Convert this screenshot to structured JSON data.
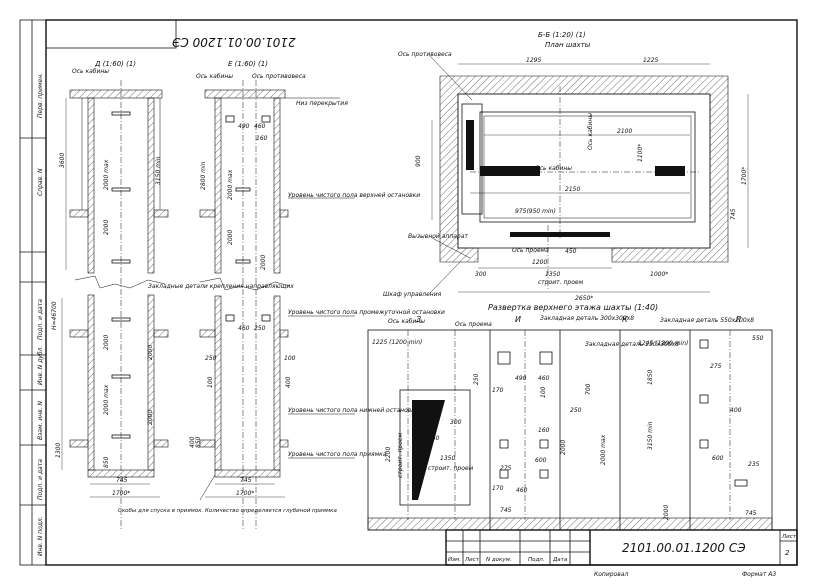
{
  "drawing": {
    "code_main": "2101.00.01.1200 СЭ",
    "code_top": "2101.00.01.1200 СЭ",
    "sheet_label": "Лист",
    "sheet_number": "2",
    "copied": "Копировал",
    "format": "Формат А3"
  },
  "title_block": {
    "columns": [
      "Изм.",
      "Лист",
      "N докум.",
      "Подп.",
      "Дата"
    ]
  },
  "left_margin": [
    "Перв. примен.",
    "Справ. N",
    "Подп. и дата",
    "Инв. N дубл.",
    "Взам. инв. N",
    "Подп. и дата",
    "Инв. N подл."
  ],
  "view_d": {
    "title": "Д (1:60) (1)",
    "axis": "Ось кабины",
    "h_total": "Н=46700",
    "dims": [
      "3600",
      "2000 max",
      "3150 min",
      "2000",
      "2000",
      "2000 max",
      "2000",
      "2000",
      "1300",
      "850"
    ],
    "bottom": "745",
    "bottom2": "1700*"
  },
  "view_e": {
    "title": "Е (1:60) (1)",
    "axis_cabin": "Ось кабины",
    "axis_cw": "Ось противовеса",
    "ceiling": "Низ перекрытия",
    "dims": [
      "490",
      "460",
      "160",
      "2800 min",
      "2000 max",
      "2000",
      "2000",
      "460",
      "460",
      "250",
      "250",
      "100",
      "100",
      "400",
      "400",
      "850"
    ],
    "bottom": "745",
    "bottom2": "1700*"
  },
  "notes": {
    "upper_stop": "Уровень чистого пола верхней остановки",
    "mid_stop": "Уровень чистого пола промежуточной остановки",
    "low_stop": "Уровень чистого пола нижней остановки",
    "pit": "Уровень чистого пола приямка",
    "embedded": "Закладные детали крепления направляющих",
    "ladder": "Скобы для спуска в приямок. Количество определяется глубиной приямка"
  },
  "plan": {
    "title": "Б-Б (1:20) (1)",
    "subtitle": "План шахты",
    "axis_cw": "Ось противовеса",
    "axis_cabin": "Ось кабины",
    "axis_cabin_v": "Ось кабины",
    "axis_door": "Ось проема",
    "dims": [
      "1295",
      "1225",
      "2100",
      "1100*",
      "1700*",
      "745",
      "900",
      "2150",
      "975(950 min)",
      "450",
      "1200",
      "1350",
      "300",
      "1000*",
      "2650*"
    ],
    "opening": "строит. проем",
    "pushbutton": "Вызывной аппарат",
    "cabinet": "Шкаф управления"
  },
  "development": {
    "title": "Развертка верхнего этажа шахты (1:40)",
    "letters": [
      "З",
      "И",
      "К",
      "Л"
    ],
    "axis_cabin": "Ось кабины",
    "axis_door": "Ось проема",
    "emb1": "Закладная деталь 300х300х8",
    "emb2": "Закладная деталь 250х300х8",
    "emb3": "Закладная деталь 550х200х8",
    "dims_left": [
      "1225 (1200 min)",
      "250",
      "2200",
      "300",
      "450",
      "1350",
      "строит. проем",
      "строит. проем"
    ],
    "dims_mid": [
      "170",
      "490",
      "460",
      "100",
      "250",
      "160",
      "600",
      "275",
      "170",
      "460",
      "2000",
      "2000 max",
      "700",
      "745"
    ],
    "dims_right": [
      "1245 (1200 min)",
      "550",
      "275",
      "1850",
      "3150 min",
      "400",
      "600",
      "235",
      "2000",
      "745"
    ]
  }
}
